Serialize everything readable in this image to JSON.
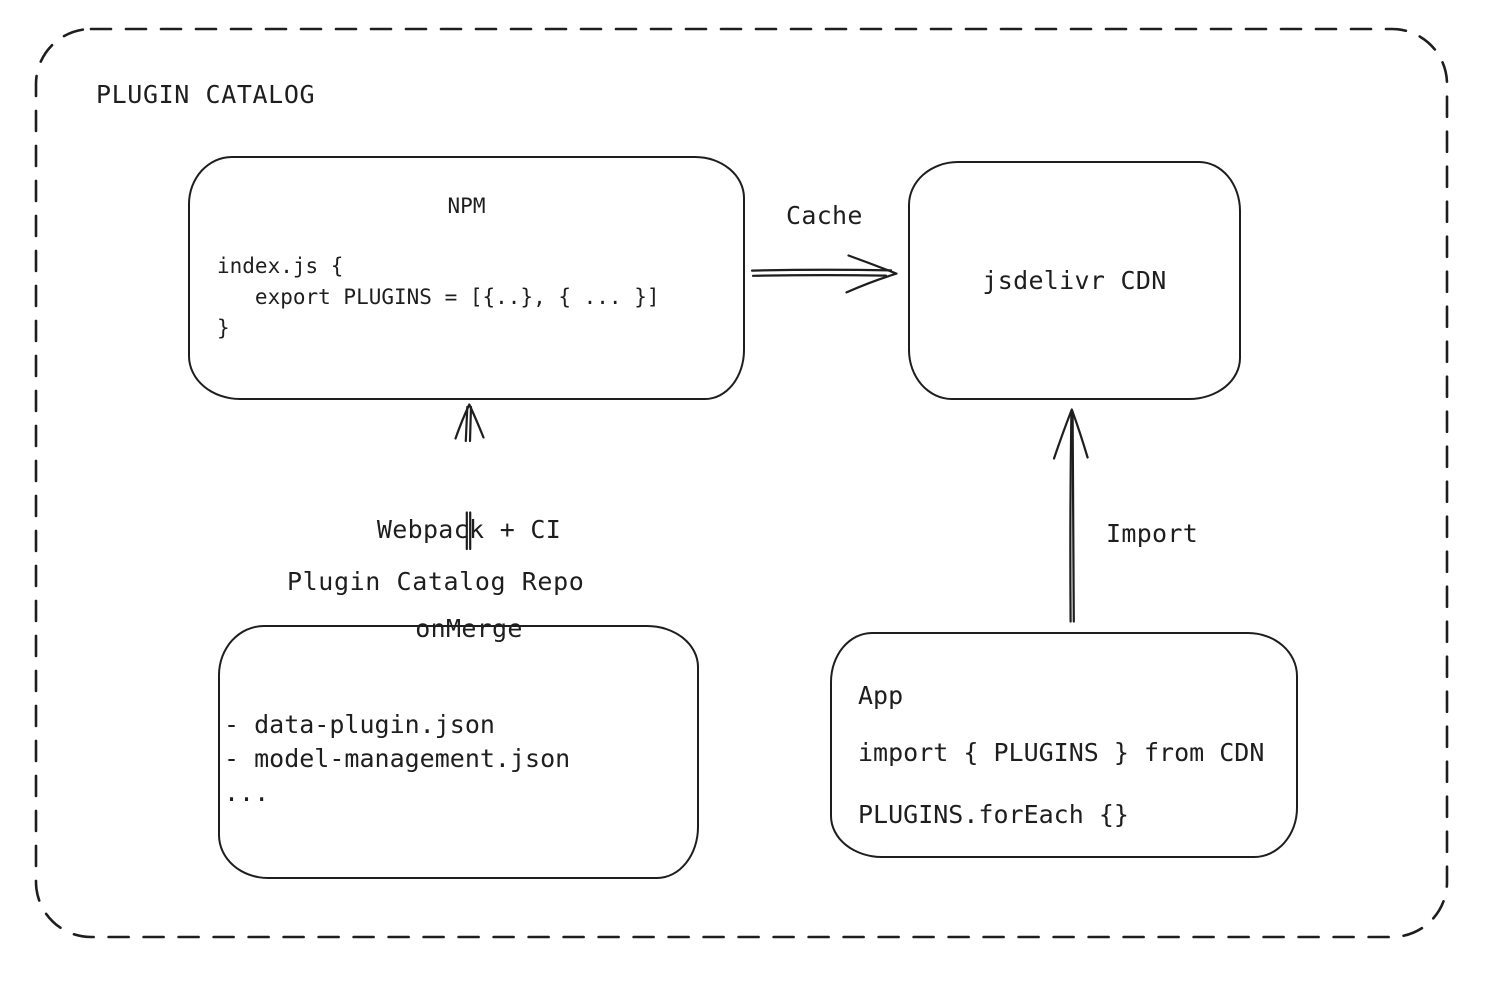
{
  "colors": {
    "stroke": "#1e1e1e",
    "background": "#ffffff"
  },
  "frame": {
    "title": "PLUGIN CATALOG"
  },
  "nodes": {
    "npm": {
      "title": "NPM",
      "code": [
        "index.js {",
        "   export PLUGINS = [{..}, { ... }]",
        "}"
      ]
    },
    "cdn": {
      "title": "jsdelivr CDN"
    },
    "repo": {
      "label": "Plugin Catalog Repo",
      "files": [
        "- data-plugin.json",
        "- model-management.json",
        "..."
      ]
    },
    "app": {
      "title": "App",
      "code": [
        "import { PLUGINS } from CDN",
        "PLUGINS.forEach {}"
      ]
    }
  },
  "arrows": {
    "cache": {
      "label": "Cache",
      "from": "npm",
      "to": "cdn"
    },
    "build": {
      "label_line1": "Webpack + CI",
      "label_line2": "onMerge",
      "from": "repo",
      "to": "npm"
    },
    "import": {
      "label": "Import",
      "from": "app",
      "to": "cdn"
    }
  }
}
